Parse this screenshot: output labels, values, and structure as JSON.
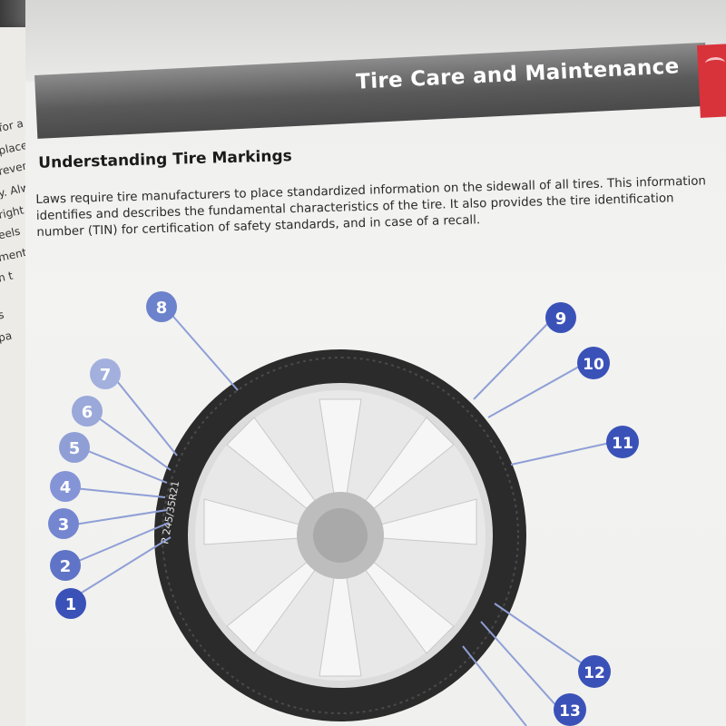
{
  "left_page": {
    "fragments": [
      "for a w",
      "placeme",
      "revent",
      "y. Alwa",
      "right a",
      "eels",
      "ment",
      "n t",
      "s",
      "pa"
    ]
  },
  "header": {
    "title": "Tire Care and Maintenance"
  },
  "section": {
    "title": "Understanding Tire Markings",
    "intro": "Laws require tire manufacturers to place standardized information on the sidewall of all tires. This information identifies and describes the fundamental characteristics of the tire. It also provides the tire identification number (TIN) for certification of safety standards, and in case of a recall."
  },
  "diagram": {
    "sidewall_text": "P 245/35R21",
    "callouts": [
      "1",
      "2",
      "3",
      "4",
      "5",
      "6",
      "7",
      "8",
      "9",
      "10",
      "11",
      "12",
      "13"
    ]
  },
  "colors": {
    "header_band": "#555555",
    "accent_red": "#d8323a",
    "callout_blue": "#3a52b8",
    "callout_light": "#8f9fd6",
    "tire": "#2b2b2b",
    "wheel": "#e2e2e2"
  }
}
